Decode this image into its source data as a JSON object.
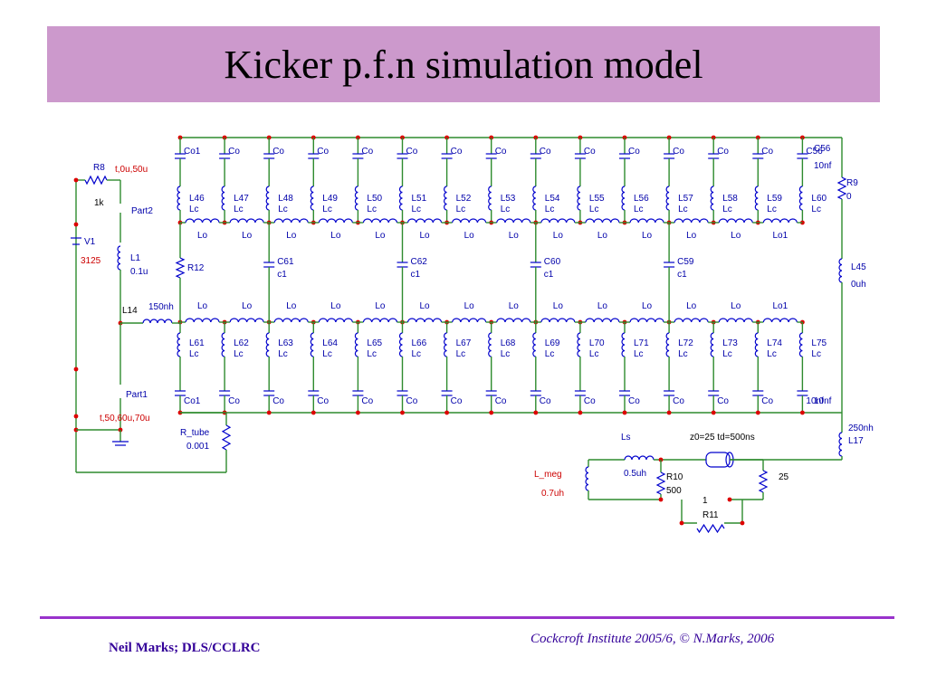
{
  "slide": {
    "title": "Kicker p.f.n simulation model",
    "footer_left": "Neil Marks; DLS/CCLRC",
    "footer_right": "Cockcroft Institute 2005/6, © N.Marks, 2006"
  },
  "colors": {
    "title_bar": "#cc99cc",
    "wire": "#2e8b2e",
    "component": "#0000cc",
    "node": "#dd0000",
    "footer_text": "#330099",
    "footer_rule": "#9933cc"
  },
  "schematic": {
    "top_caps": [
      "Co1",
      "Co",
      "Co",
      "Co",
      "Co",
      "Co",
      "Co",
      "Co",
      "Co",
      "Co",
      "Co",
      "Co",
      "Co",
      "Co",
      "C56"
    ],
    "top_inductors": [
      "L46",
      "L47",
      "L48",
      "L49",
      "L50",
      "L51",
      "L52",
      "L53",
      "L54",
      "L55",
      "L56",
      "L57",
      "L58",
      "L59",
      "L60"
    ],
    "top_inductor_value": "Lc",
    "top_series_values": [
      "Lo",
      "Lo",
      "Lo",
      "Lo",
      "Lo",
      "Lo",
      "Lo",
      "Lo",
      "Lo",
      "Lo",
      "Lo",
      "Lo",
      "Lo1"
    ],
    "bottom_caps": [
      "Co1",
      "Co",
      "Co",
      "Co",
      "Co",
      "Co",
      "Co",
      "Co",
      "Co",
      "Co",
      "Co",
      "Co",
      "Co",
      "Co",
      "10nf"
    ],
    "bottom_inductors": [
      "L61",
      "L62",
      "L63",
      "L64",
      "L65",
      "L66",
      "L67",
      "L68",
      "L69",
      "L70",
      "L71",
      "L72",
      "L73",
      "L74",
      "L75"
    ],
    "bottom_inductor_value": "Lc",
    "bottom_series_values": [
      "Lo",
      "Lo",
      "Lo",
      "Lo",
      "Lo",
      "Lo",
      "Lo",
      "Lo",
      "Lo",
      "Lo",
      "Lo",
      "Lo",
      "Lo1"
    ],
    "coupling_caps": [
      {
        "name": "C61",
        "value": "c1"
      },
      {
        "name": "C62",
        "value": "c1"
      },
      {
        "name": "C60",
        "value": "c1"
      },
      {
        "name": "C59",
        "value": "c1"
      }
    ],
    "c56_value": "10nf",
    "r12": "R12",
    "r9": {
      "name": "R9",
      "value": "0"
    },
    "l45": {
      "name": "L45",
      "value": "0uh"
    },
    "l17": {
      "name": "L17",
      "value": "250nh"
    },
    "r8": {
      "name": "R8",
      "value": "1k"
    },
    "switch1": {
      "name": "Part2",
      "timing": "t,0u,50u"
    },
    "switch2": {
      "name": "Part1",
      "timing": "t,50,60u,70u"
    },
    "v1": {
      "name": "V1",
      "value": "3125"
    },
    "l1": {
      "name": "L1",
      "value": "0.1u"
    },
    "l14": {
      "name": "L14",
      "value": "150nh"
    },
    "r_tube": {
      "name": "R_tube",
      "value": "0.001"
    },
    "ls": {
      "name": "Ls",
      "value": "0.5uh"
    },
    "l_meg": {
      "name": "L_meg",
      "value": "0.7uh"
    },
    "r10": {
      "name": "R10",
      "value": "500"
    },
    "tline": {
      "label": "z0=25 td=500ns"
    },
    "r_load": "25",
    "r11": {
      "name": "R11",
      "value": "1"
    }
  }
}
